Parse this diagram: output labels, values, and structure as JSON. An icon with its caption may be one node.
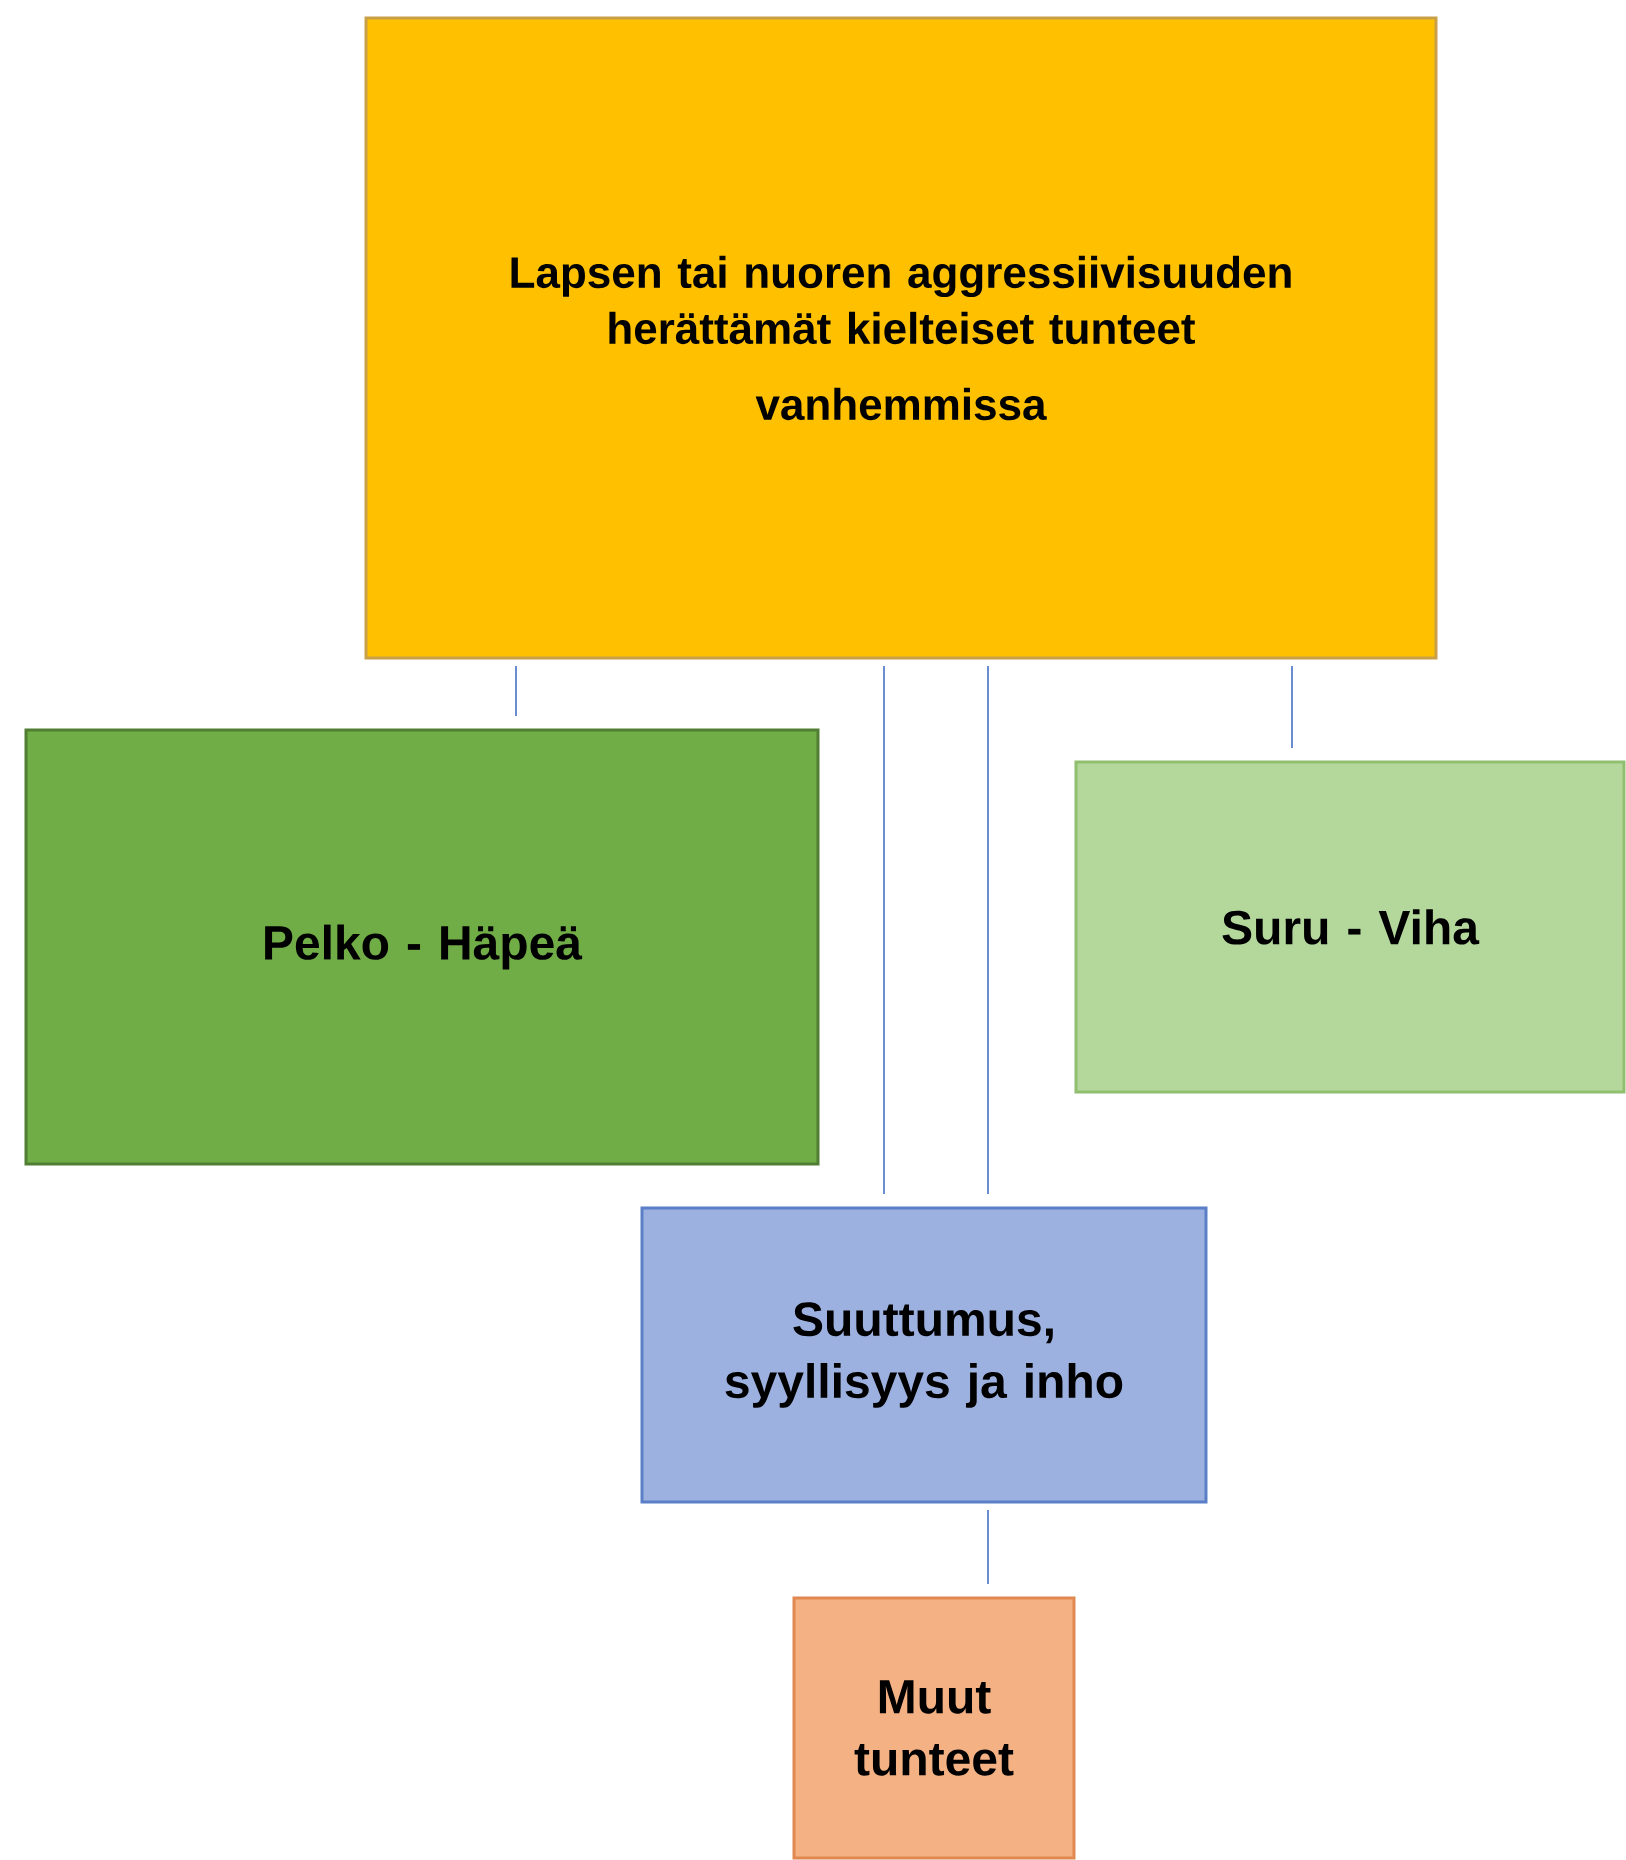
{
  "diagram": {
    "nodes": [
      {
        "text": [
          "Lapsen tai nuoren aggressiivisuuden herättämät kielteiset tunteet",
          "vanhemmissa"
        ]
      },
      {
        "text": [
          "Pelko - Häpeä"
        ]
      },
      {
        "text": [
          "Suru - Viha"
        ]
      },
      {
        "text": [
          "Suuttumus, syyllisyys ja inho"
        ]
      },
      {
        "text": [
          "Muut tunteet"
        ]
      }
    ],
    "edges": [
      {
        "from": 0,
        "to": 1,
        "arrow": "none"
      },
      {
        "from": 0,
        "to": 2,
        "arrow": "none"
      },
      {
        "from": 0,
        "to": 3,
        "arrow": "none"
      },
      {
        "from": 0,
        "to": 3,
        "arrow": "none"
      },
      {
        "from": 3,
        "to": 4,
        "arrow": "none"
      }
    ]
  }
}
